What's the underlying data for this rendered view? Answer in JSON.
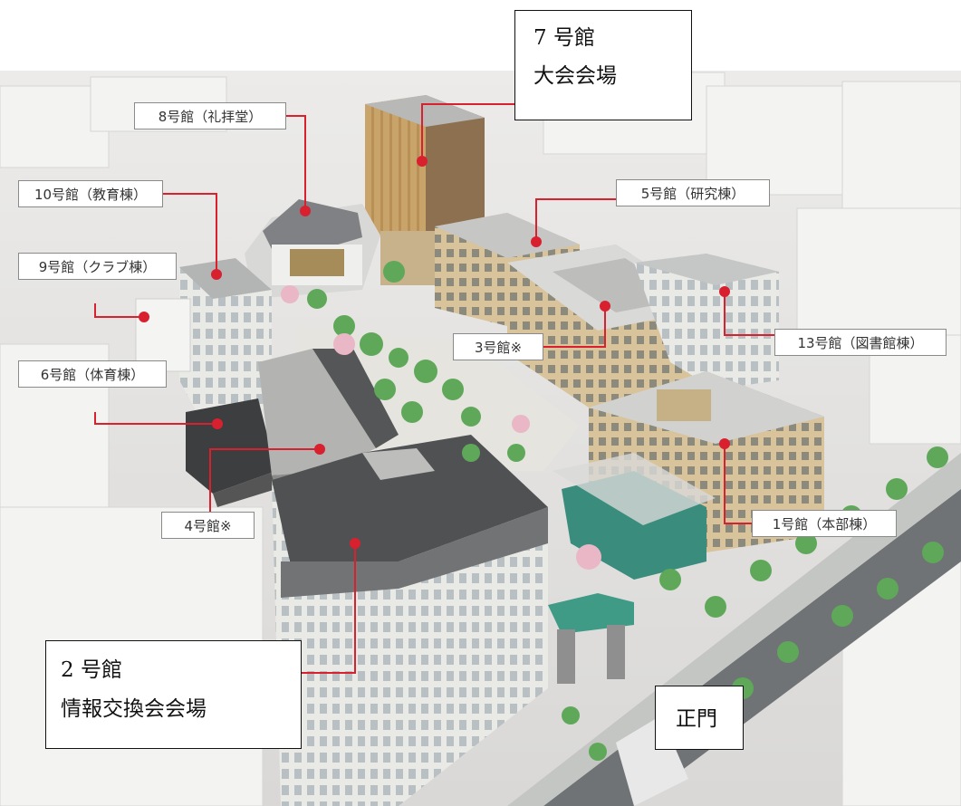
{
  "buildings": {
    "b8": "8号館（礼拝堂）",
    "b10": "10号館（教育棟）",
    "b9": "9号館（クラブ棟）",
    "b6": "6号館（体育棟）",
    "b4": "4号館※",
    "b5": "5号館（研究棟）",
    "b3": "3号館※",
    "b13": "13号館（図書館棟）",
    "b1": "1号館（本部棟）"
  },
  "callouts": {
    "b7_line1": "7 号館",
    "b7_line2": "大会会場",
    "b2_line1": "2 号館",
    "b2_line2": "情報交換会会場",
    "gate": "正門"
  },
  "colors": {
    "leader": "#d8202f",
    "tree": "#5fa85a",
    "cherry": "#e9b7c6",
    "road": "#6f7376",
    "roof": "#9a9c9e",
    "beige": "#d9c39a"
  }
}
